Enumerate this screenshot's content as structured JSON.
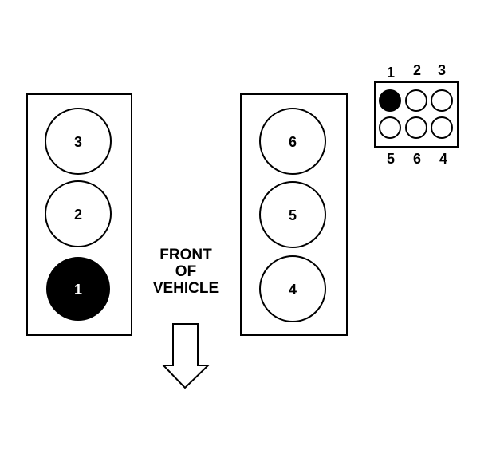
{
  "left_bank": {
    "cylinders": [
      {
        "label": "3",
        "fired": false
      },
      {
        "label": "2",
        "fired": false
      },
      {
        "label": "1",
        "fired": true
      }
    ]
  },
  "right_bank": {
    "cylinders": [
      {
        "label": "6",
        "fired": false
      },
      {
        "label": "5",
        "fired": false
      },
      {
        "label": "4",
        "fired": false
      }
    ]
  },
  "front_label": {
    "line1": "FRONT",
    "line2": "OF",
    "line3": "VEHICLE"
  },
  "connector": {
    "top_labels": [
      "1",
      "2",
      "3"
    ],
    "bottom_labels": [
      "5",
      "6",
      "4"
    ],
    "top_filled": [
      true,
      false,
      false
    ],
    "bottom_filled": [
      false,
      false,
      false
    ]
  },
  "colors": {
    "line": "#000000",
    "fired_fill": "#000000",
    "background": "#ffffff"
  }
}
